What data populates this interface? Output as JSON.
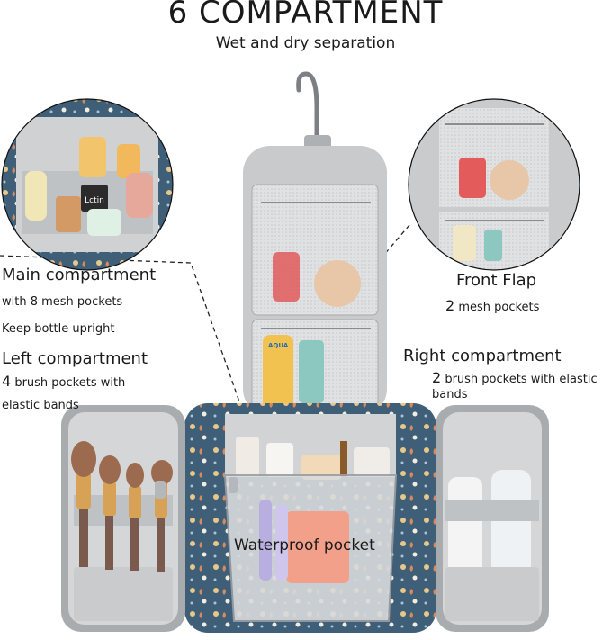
{
  "title": "6 COMPARTMENT",
  "subtitle": "Wet and dry separation",
  "callouts": {
    "main": {
      "heading": "Main compartment",
      "line1_num": "with 8",
      "line1_text": " mesh pockets",
      "line2": "Keep bottle upright"
    },
    "left": {
      "heading": "Left compartment",
      "line1_num": "4",
      "line1_text": " brush pockets with",
      "line2": "elastic bands"
    },
    "front": {
      "heading": "Front Flap",
      "line1_num": "2",
      "line1_text": " mesh pockets"
    },
    "right": {
      "heading": "Right compartment",
      "line1_num": "2",
      "line1_text": " brush pockets with elastic",
      "line2": "bands"
    },
    "pocket": {
      "heading": "Waterproof pocket"
    }
  },
  "product_labels": {
    "jar_label": "Lctin",
    "bottle_label": "AQUA"
  },
  "colors": {
    "bag_pattern": "#3f5f78",
    "lining": "#c9cbcd",
    "mesh": "#dcdedf",
    "trim": "#8a8d90"
  }
}
